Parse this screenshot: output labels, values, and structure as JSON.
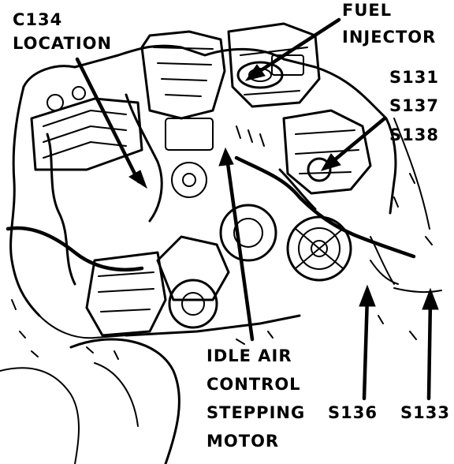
{
  "labels": {
    "c134_line1": "C134",
    "c134_line2": "LOCATION",
    "fuel_line1": "FUEL",
    "fuel_line2": "INJECTOR",
    "s131": "S131",
    "s137": "S137",
    "s138": "S138",
    "iac_line1": "IDLE AIR",
    "iac_line2": "CONTROL",
    "iac_line3": "STEPPING",
    "iac_line4": "MOTOR",
    "s136": "S136",
    "s133": "S133"
  },
  "colors": {
    "ink": "#000000",
    "paper": "#ffffff"
  }
}
